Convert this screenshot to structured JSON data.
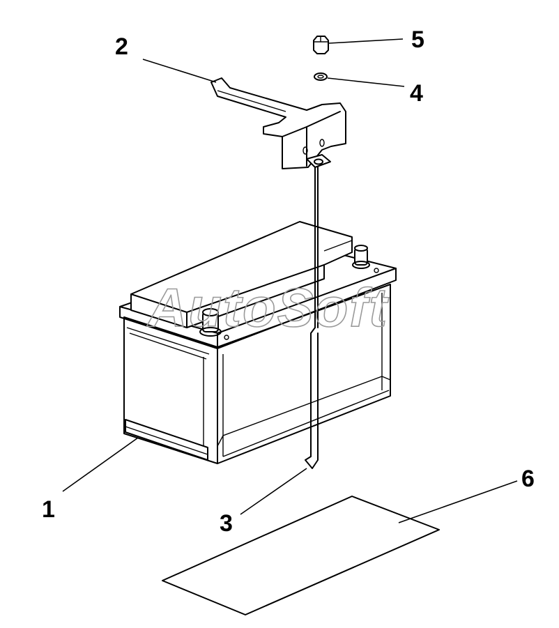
{
  "diagram": {
    "callouts": [
      {
        "id": "1",
        "label": "1"
      },
      {
        "id": "2",
        "label": "2"
      },
      {
        "id": "3",
        "label": "3"
      },
      {
        "id": "4",
        "label": "4"
      },
      {
        "id": "5",
        "label": "5"
      },
      {
        "id": "6",
        "label": "6"
      }
    ],
    "parts": [
      "battery",
      "hold-down-bracket",
      "j-bolt",
      "washer",
      "nut",
      "mat"
    ],
    "watermark": "AutoSoft"
  }
}
